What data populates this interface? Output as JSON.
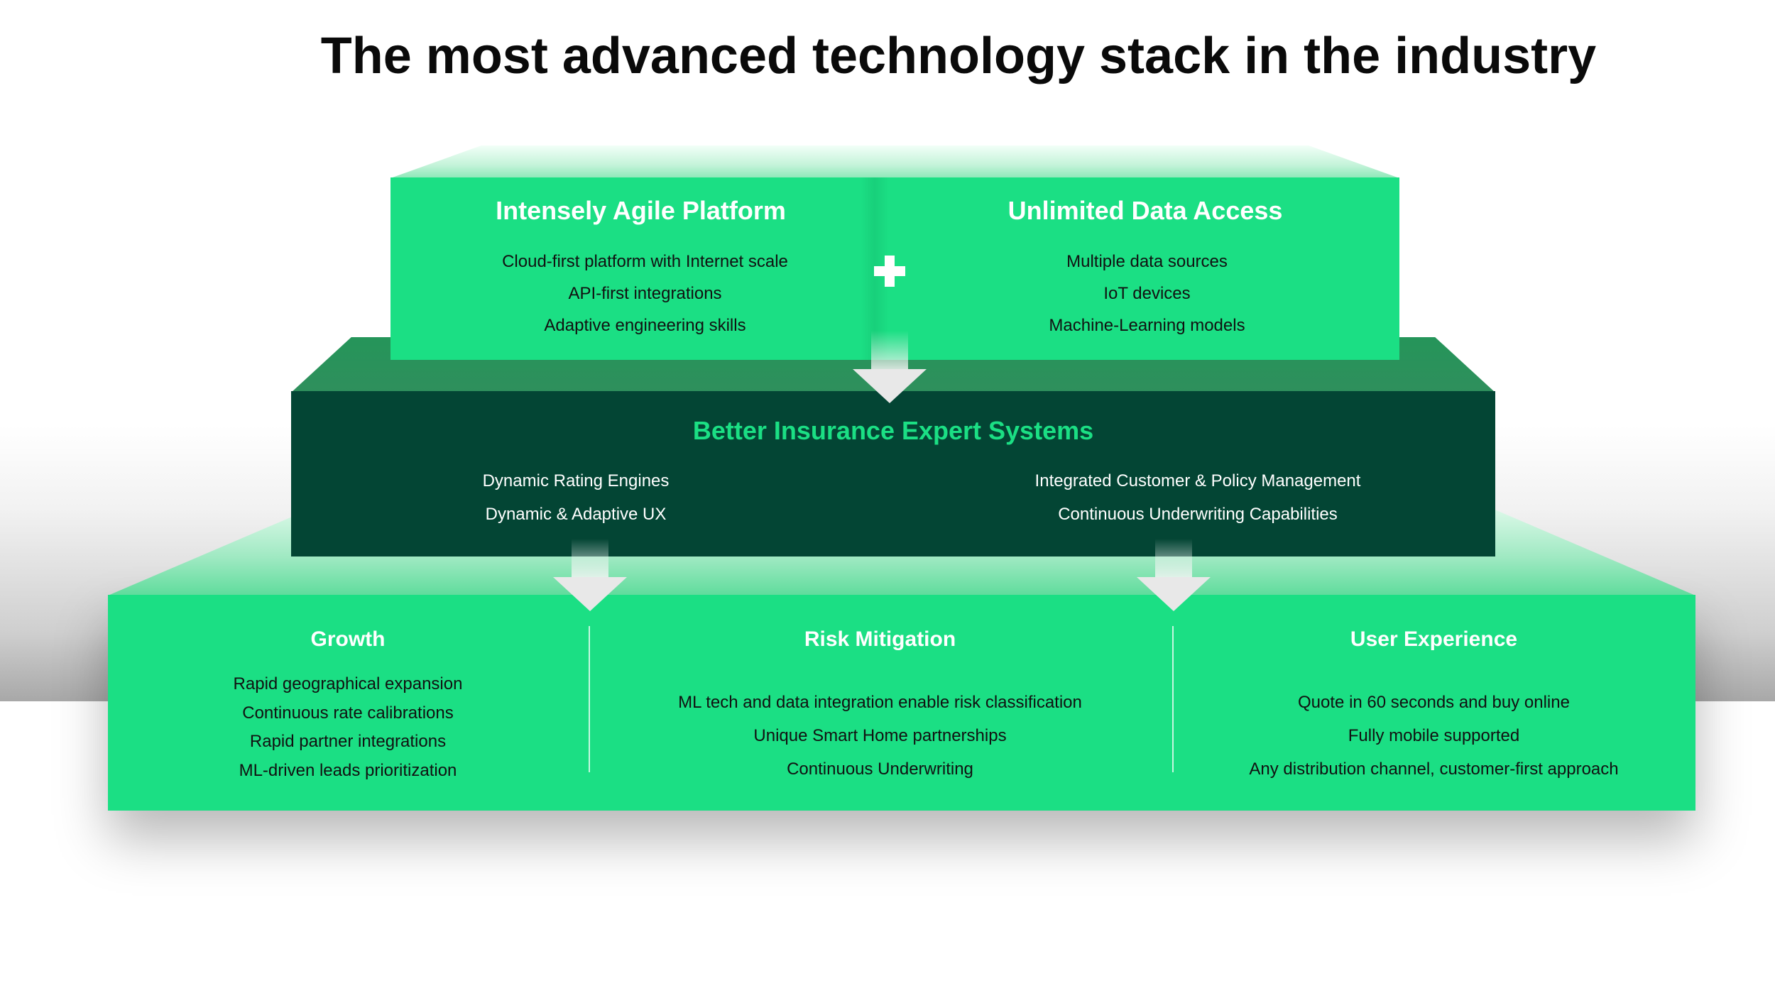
{
  "title": "The most advanced technology stack in the industry",
  "tier1": {
    "left": {
      "heading": "Intensely Agile Platform",
      "items": [
        "Cloud-first platform with Internet scale",
        "API-first integrations",
        "Adaptive engineering skills"
      ]
    },
    "right": {
      "heading": "Unlimited Data Access",
      "items": [
        "Multiple data sources",
        "IoT devices",
        "Machine-Learning models"
      ]
    }
  },
  "tier2": {
    "heading": "Better Insurance Expert Systems",
    "left_items": [
      "Dynamic Rating Engines",
      "Dynamic & Adaptive UX"
    ],
    "right_items": [
      "Integrated Customer & Policy Management",
      "Continuous Underwriting Capabilities"
    ]
  },
  "tier3": {
    "growth": {
      "heading": "Growth",
      "items": [
        "Rapid geographical expansion",
        "Continuous rate calibrations",
        "Rapid partner integrations",
        "ML-driven leads prioritization"
      ]
    },
    "risk": {
      "heading": "Risk Mitigation",
      "items": [
        "ML tech and data integration enable risk classification",
        "Unique Smart Home partnerships",
        "Continuous Underwriting"
      ]
    },
    "ux": {
      "heading": "User Experience",
      "items": [
        "Quote in 60 seconds and buy online",
        "Fully mobile supported",
        "Any distribution channel, customer-first approach"
      ]
    }
  },
  "colors": {
    "bright_green": "#1bdf84",
    "dark_green": "#034534",
    "text_dark": "#0b0b0b",
    "white": "#ffffff"
  },
  "icons": [
    "plus-icon",
    "down-arrow-icon"
  ]
}
